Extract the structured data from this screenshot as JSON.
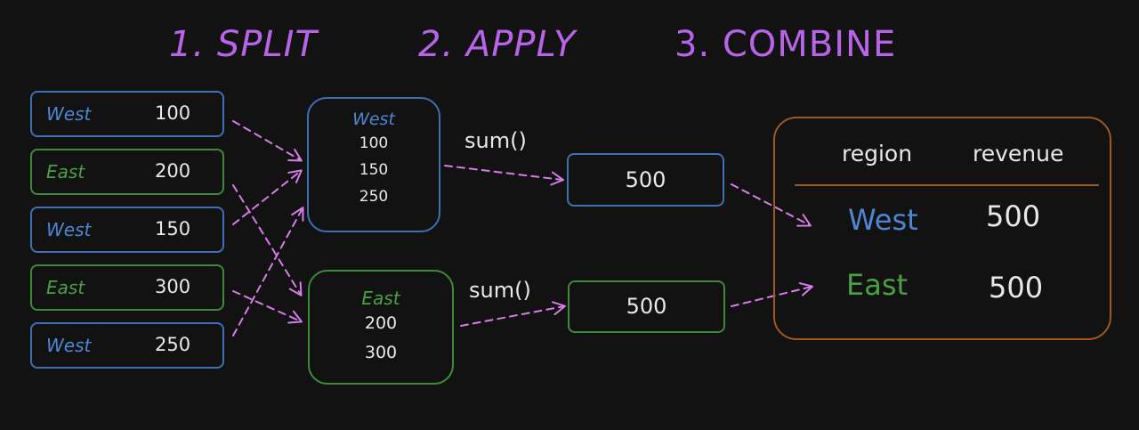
{
  "headings": {
    "split": "1. SPLIT",
    "apply": "2. APPLY",
    "combine": "3. COMBINE"
  },
  "input_rows": [
    {
      "region": "West",
      "value": "100"
    },
    {
      "region": "East",
      "value": "200"
    },
    {
      "region": "West",
      "value": "150"
    },
    {
      "region": "East",
      "value": "300"
    },
    {
      "region": "West",
      "value": "250"
    }
  ],
  "groups": {
    "west": {
      "title": "West",
      "values": [
        "100",
        "150",
        "250"
      ]
    },
    "east": {
      "title": "East",
      "values": [
        "200",
        "300"
      ]
    }
  },
  "apply": {
    "west_label": "sum()",
    "east_label": "sum()",
    "west_result": "500",
    "east_result": "500"
  },
  "result_table": {
    "headers": [
      "region",
      "revenue"
    ],
    "rows": [
      {
        "region": "West",
        "revenue": "500"
      },
      {
        "region": "East",
        "revenue": "500"
      }
    ]
  },
  "colors": {
    "background": "#121212",
    "heading": "#b864e8",
    "west": "#4f86d4",
    "east": "#4aa043",
    "table_border": "#a0581d",
    "arrow": "#d77de8",
    "text": "#e8e8e8"
  }
}
